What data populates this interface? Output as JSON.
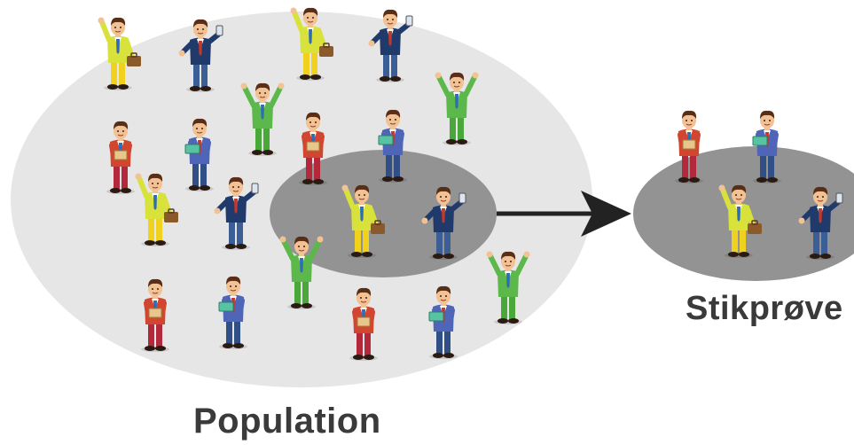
{
  "labels": {
    "population": "Population",
    "sample": "Stikprøve"
  },
  "colors": {
    "population_ellipse": "#e6e6e6",
    "sample_ellipse": "#939393",
    "arrow": "#222222",
    "text": "#3a3a3a",
    "skin": "#f2c294",
    "hair": "#5a2e16"
  },
  "people": {
    "population": [
      {
        "kind": "yellow-briefcase"
      },
      {
        "kind": "navy-phone"
      },
      {
        "kind": "yellow-briefcase"
      },
      {
        "kind": "navy-phone"
      },
      {
        "kind": "green-cheer"
      },
      {
        "kind": "green-cheer"
      },
      {
        "kind": "red-box"
      },
      {
        "kind": "blue-book"
      },
      {
        "kind": "red-box"
      },
      {
        "kind": "blue-book"
      },
      {
        "kind": "yellow-briefcase"
      },
      {
        "kind": "navy-phone"
      },
      {
        "kind": "green-cheer"
      },
      {
        "kind": "green-cheer"
      },
      {
        "kind": "red-box"
      },
      {
        "kind": "blue-book"
      },
      {
        "kind": "red-box"
      },
      {
        "kind": "blue-book"
      }
    ],
    "selected": [
      {
        "kind": "yellow-briefcase"
      },
      {
        "kind": "navy-phone"
      }
    ],
    "sample": [
      {
        "kind": "red-box"
      },
      {
        "kind": "blue-book"
      },
      {
        "kind": "yellow-briefcase"
      },
      {
        "kind": "navy-phone"
      }
    ]
  },
  "icons": [
    "person-icon",
    "arrow-icon"
  ]
}
